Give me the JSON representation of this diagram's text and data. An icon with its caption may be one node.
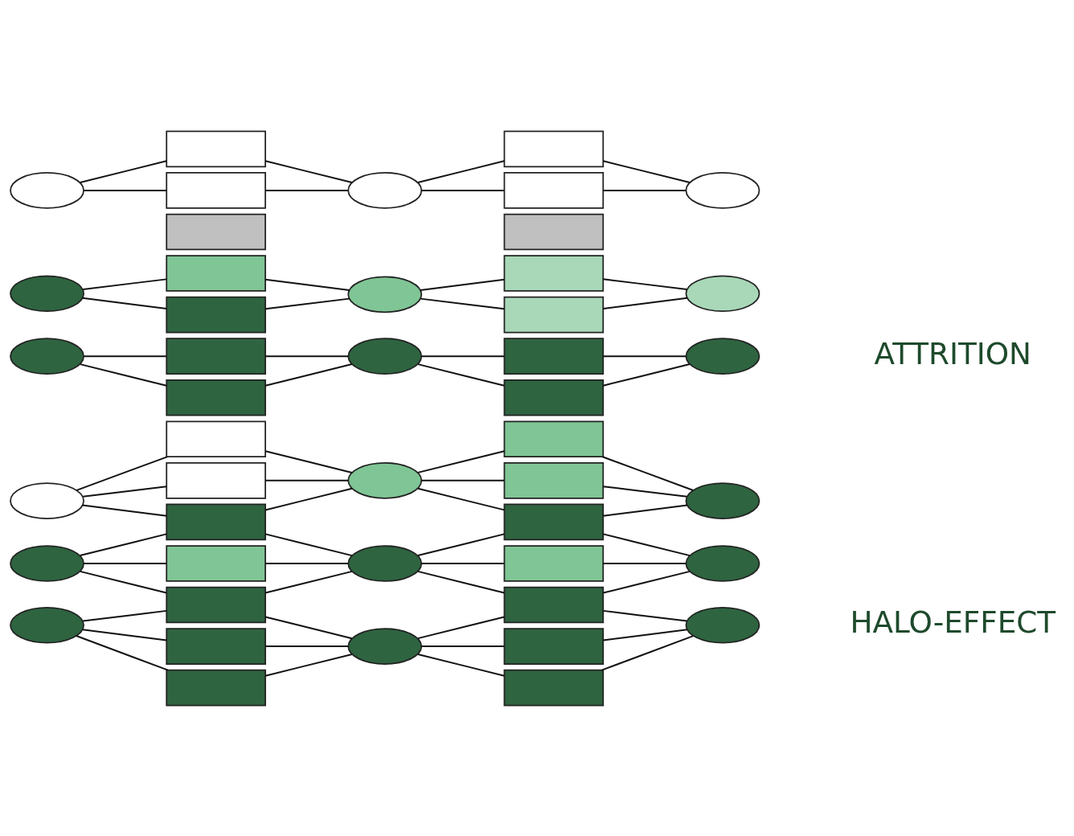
{
  "diagram": {
    "nodes": [
      {
        "text": [],
        "shape": "ellipse"
      },
      {
        "text": [],
        "shape": "ellipse"
      },
      {
        "text": [],
        "shape": "ellipse"
      },
      {
        "text": [],
        "shape": "box"
      },
      {
        "text": [],
        "shape": "box"
      },
      {
        "text": [],
        "shape": "box"
      },
      {
        "text": [],
        "shape": "box"
      },
      {
        "text": [],
        "shape": "box"
      },
      {
        "text": [],
        "shape": "box"
      },
      {
        "text": [],
        "shape": "box"
      },
      {
        "text": [],
        "shape": "ellipse"
      },
      {
        "text": [],
        "shape": "ellipse"
      },
      {
        "text": [],
        "shape": "ellipse"
      },
      {
        "text": [],
        "shape": "box"
      },
      {
        "text": [],
        "shape": "box"
      },
      {
        "text": [],
        "shape": "box"
      },
      {
        "text": [],
        "shape": "box"
      },
      {
        "text": [],
        "shape": "box"
      },
      {
        "text": [],
        "shape": "box"
      },
      {
        "text": [],
        "shape": "box"
      },
      {
        "text": [],
        "shape": "ellipse"
      },
      {
        "text": [],
        "shape": "ellipse"
      },
      {
        "text": [],
        "shape": "ellipse"
      },
      {
        "text": [],
        "shape": "ellipse"
      },
      {
        "text": [],
        "shape": "ellipse"
      },
      {
        "text": [],
        "shape": "ellipse"
      },
      {
        "text": [],
        "shape": "box"
      },
      {
        "text": [],
        "shape": "box"
      },
      {
        "text": [],
        "shape": "box"
      },
      {
        "text": [],
        "shape": "box"
      },
      {
        "text": [],
        "shape": "box"
      },
      {
        "text": [],
        "shape": "box"
      },
      {
        "text": [],
        "shape": "box"
      },
      {
        "text": [],
        "shape": "ellipse"
      },
      {
        "text": [],
        "shape": "ellipse"
      },
      {
        "text": [],
        "shape": "ellipse"
      },
      {
        "text": [],
        "shape": "box"
      },
      {
        "text": [],
        "shape": "box"
      },
      {
        "text": [],
        "shape": "box"
      },
      {
        "text": [],
        "shape": "box"
      },
      {
        "text": [],
        "shape": "box"
      },
      {
        "text": [],
        "shape": "box"
      },
      {
        "text": [],
        "shape": "box"
      },
      {
        "text": [],
        "shape": "ellipse"
      },
      {
        "text": [],
        "shape": "ellipse"
      },
      {
        "text": [],
        "shape": "ellipse"
      }
    ],
    "edges": [
      {
        "from": 0,
        "to": 3,
        "arrow": "none"
      },
      {
        "from": 0,
        "to": 4,
        "arrow": "none"
      },
      {
        "from": 0,
        "to": 5,
        "arrow": "none"
      },
      {
        "from": 1,
        "to": 5,
        "arrow": "none"
      },
      {
        "from": 1,
        "to": 6,
        "arrow": "none"
      },
      {
        "from": 1,
        "to": 7,
        "arrow": "none"
      },
      {
        "from": 2,
        "to": 7,
        "arrow": "none"
      },
      {
        "from": 2,
        "to": 8,
        "arrow": "none"
      },
      {
        "from": 2,
        "to": 9,
        "arrow": "none"
      },
      {
        "from": 3,
        "to": 10,
        "arrow": "none"
      },
      {
        "from": 4,
        "to": 10,
        "arrow": "none"
      },
      {
        "from": 5,
        "to": 10,
        "arrow": "none"
      },
      {
        "from": 5,
        "to": 11,
        "arrow": "none"
      },
      {
        "from": 6,
        "to": 11,
        "arrow": "none"
      },
      {
        "from": 7,
        "to": 11,
        "arrow": "none"
      },
      {
        "from": 7,
        "to": 12,
        "arrow": "none"
      },
      {
        "from": 8,
        "to": 12,
        "arrow": "none"
      },
      {
        "from": 9,
        "to": 12,
        "arrow": "none"
      },
      {
        "from": 10,
        "to": 13,
        "arrow": "none"
      },
      {
        "from": 10,
        "to": 14,
        "arrow": "none"
      },
      {
        "from": 10,
        "to": 15,
        "arrow": "none"
      },
      {
        "from": 11,
        "to": 15,
        "arrow": "none"
      },
      {
        "from": 11,
        "to": 16,
        "arrow": "none"
      },
      {
        "from": 11,
        "to": 17,
        "arrow": "none"
      },
      {
        "from": 12,
        "to": 17,
        "arrow": "none"
      },
      {
        "from": 12,
        "to": 18,
        "arrow": "none"
      },
      {
        "from": 12,
        "to": 19,
        "arrow": "none"
      },
      {
        "from": 13,
        "to": 20,
        "arrow": "none"
      },
      {
        "from": 14,
        "to": 20,
        "arrow": "none"
      },
      {
        "from": 15,
        "to": 20,
        "arrow": "none"
      },
      {
        "from": 15,
        "to": 21,
        "arrow": "none"
      },
      {
        "from": 16,
        "to": 21,
        "arrow": "none"
      },
      {
        "from": 17,
        "to": 21,
        "arrow": "none"
      },
      {
        "from": 17,
        "to": 22,
        "arrow": "none"
      },
      {
        "from": 18,
        "to": 22,
        "arrow": "none"
      },
      {
        "from": 19,
        "to": 22,
        "arrow": "none"
      },
      {
        "from": 23,
        "to": 26,
        "arrow": "none"
      },
      {
        "from": 23,
        "to": 27,
        "arrow": "none"
      },
      {
        "from": 24,
        "to": 29,
        "arrow": "none"
      },
      {
        "from": 24,
        "to": 30,
        "arrow": "none"
      },
      {
        "from": 25,
        "to": 31,
        "arrow": "none"
      },
      {
        "from": 25,
        "to": 32,
        "arrow": "none"
      },
      {
        "from": 26,
        "to": 33,
        "arrow": "none"
      },
      {
        "from": 27,
        "to": 33,
        "arrow": "none"
      },
      {
        "from": 29,
        "to": 34,
        "arrow": "none"
      },
      {
        "from": 30,
        "to": 34,
        "arrow": "none"
      },
      {
        "from": 31,
        "to": 35,
        "arrow": "none"
      },
      {
        "from": 32,
        "to": 35,
        "arrow": "none"
      },
      {
        "from": 33,
        "to": 36,
        "arrow": "none"
      },
      {
        "from": 33,
        "to": 37,
        "arrow": "none"
      },
      {
        "from": 34,
        "to": 39,
        "arrow": "none"
      },
      {
        "from": 34,
        "to": 40,
        "arrow": "none"
      },
      {
        "from": 35,
        "to": 41,
        "arrow": "none"
      },
      {
        "from": 35,
        "to": 42,
        "arrow": "none"
      },
      {
        "from": 36,
        "to": 43,
        "arrow": "none"
      },
      {
        "from": 37,
        "to": 43,
        "arrow": "none"
      },
      {
        "from": 39,
        "to": 44,
        "arrow": "none"
      },
      {
        "from": 40,
        "to": 44,
        "arrow": "none"
      },
      {
        "from": 41,
        "to": 45,
        "arrow": "none"
      },
      {
        "from": 42,
        "to": 45,
        "arrow": "none"
      }
    ],
    "labels": [
      "HALO-EFFECT",
      "ATTRITION"
    ]
  }
}
